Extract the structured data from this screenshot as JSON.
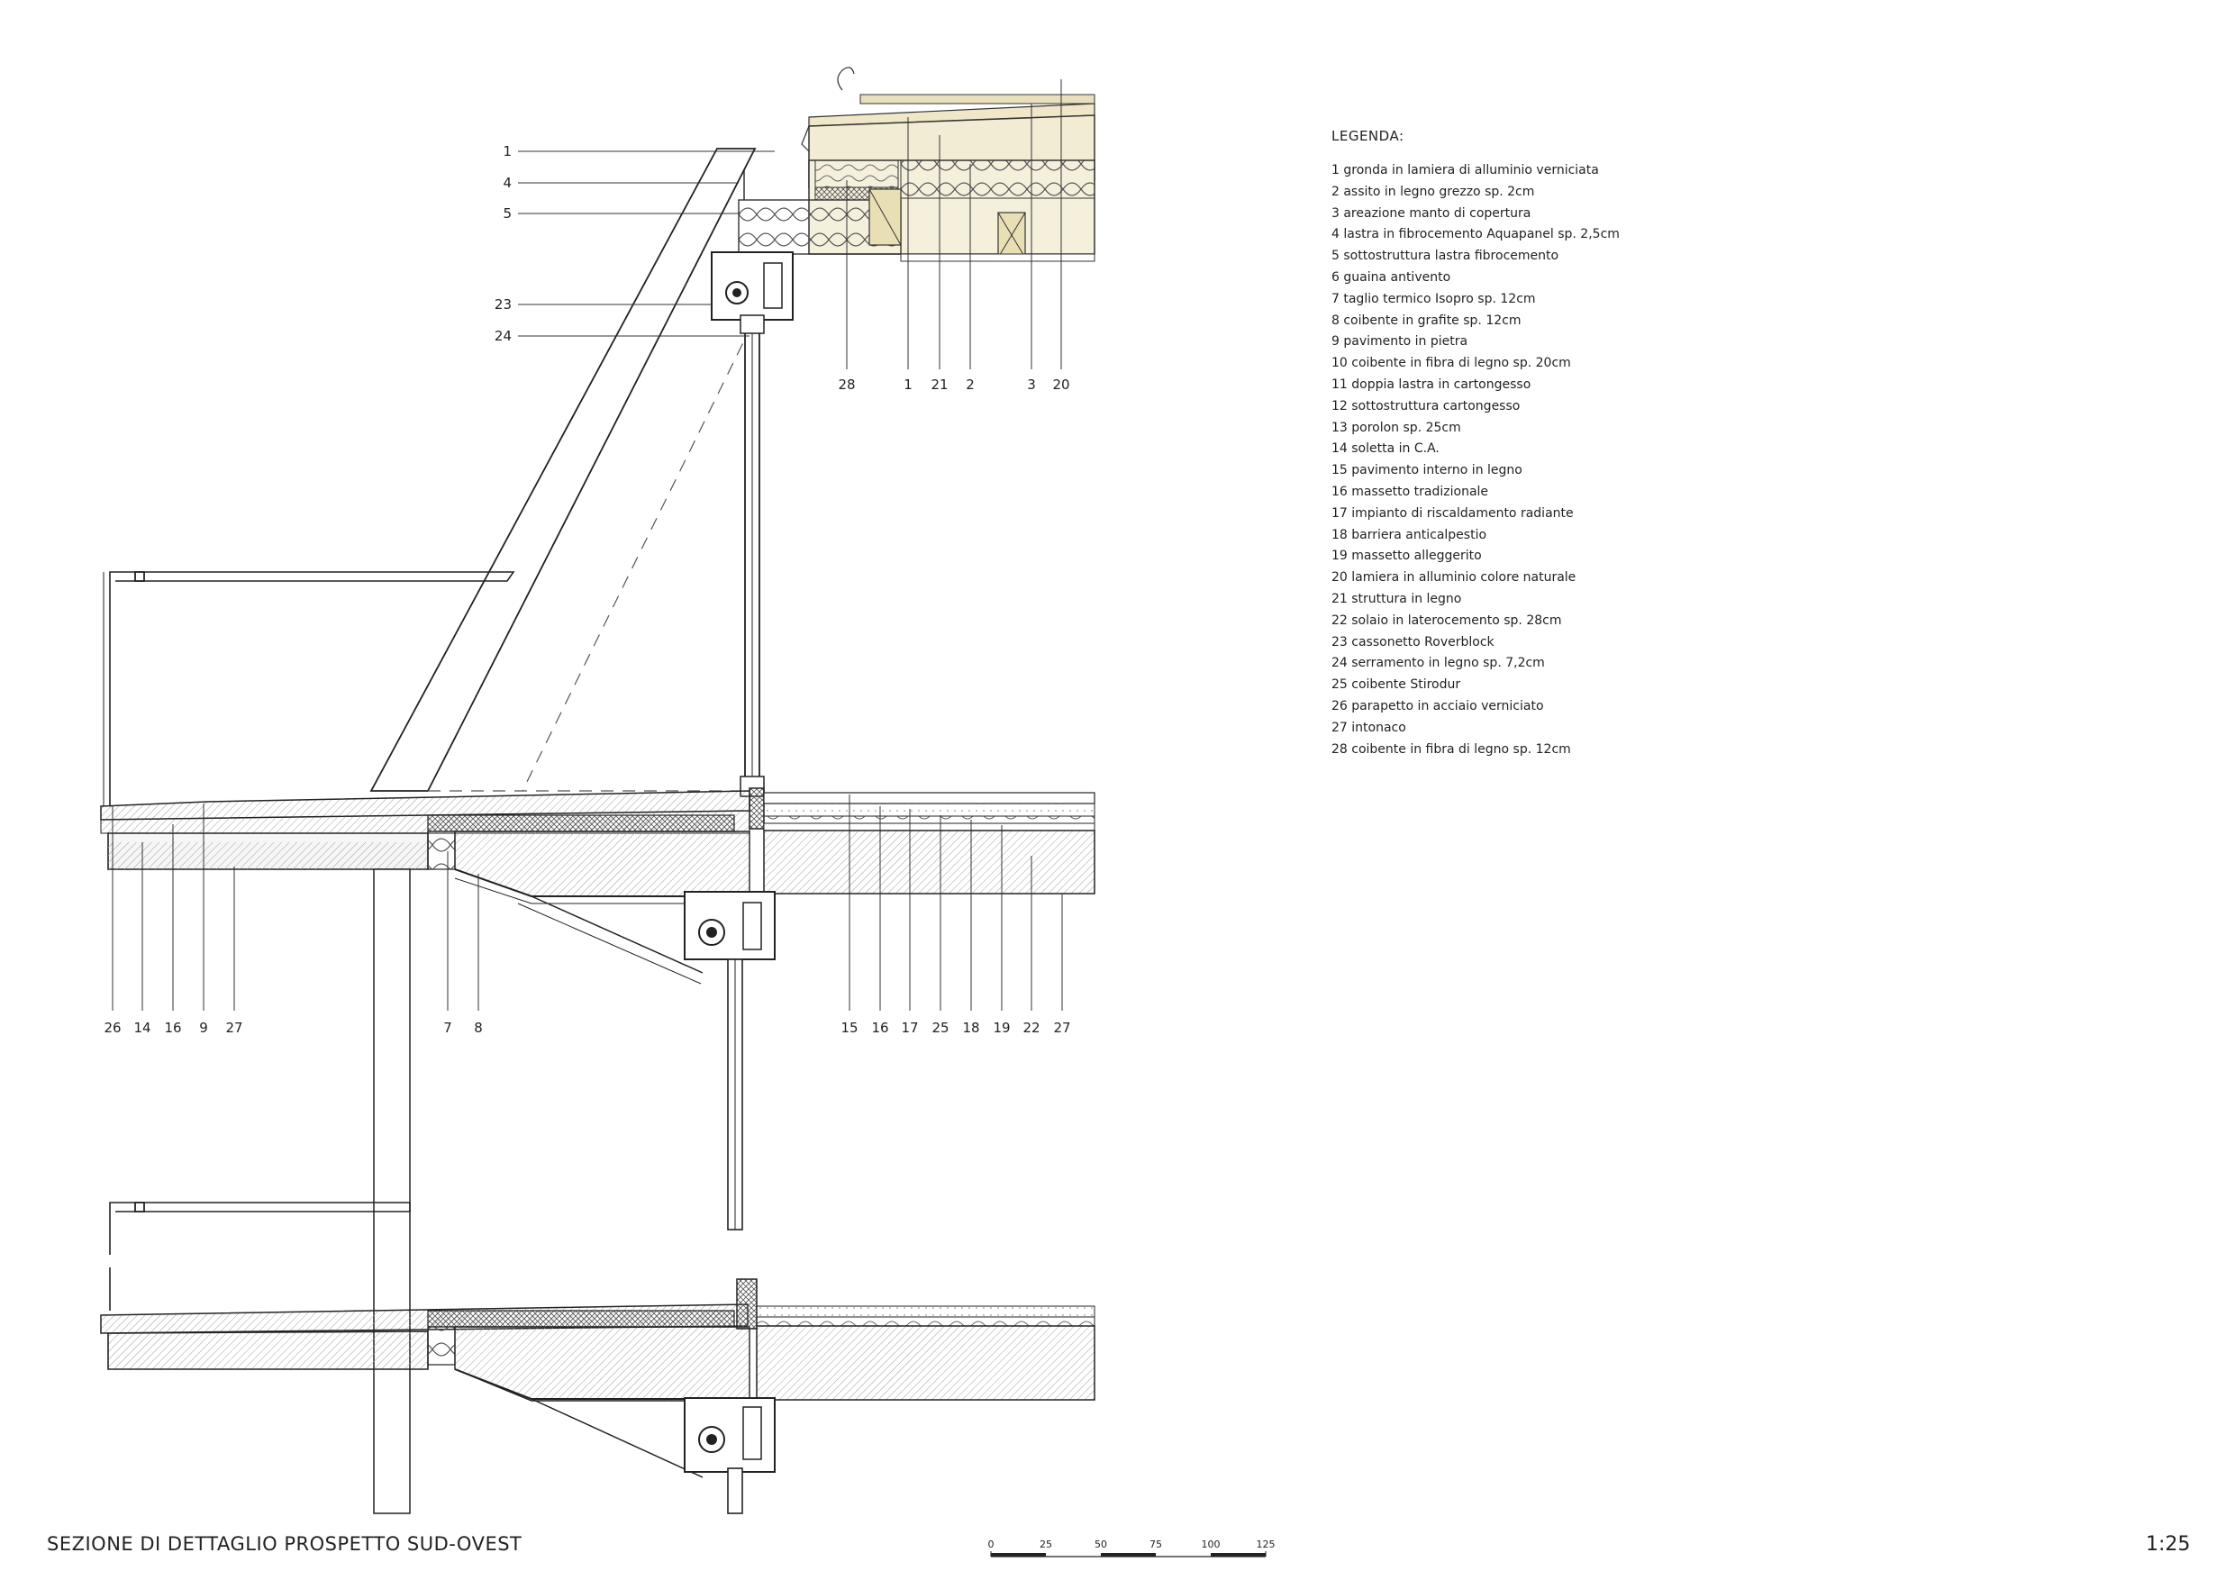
{
  "title": "SEZIONE DI DETTAGLIO PROSPETTO SUD-OVEST",
  "scale_ratio": "1:25",
  "legend": {
    "title": "LEGENDA:",
    "items": [
      "1 gronda in lamiera di alluminio verniciata",
      "2 assito in legno grezzo sp. 2cm",
      "3 areazione manto di copertura",
      "4 lastra in fibrocemento Aquapanel sp. 2,5cm",
      "5 sottostruttura lastra fibrocemento",
      "6 guaina antivento",
      "7 taglio termico Isopro sp. 12cm",
      "8 coibente in grafite sp. 12cm",
      "9 pavimento in pietra",
      "10 coibente in fibra di legno sp. 20cm",
      "11 doppia lastra in cartongesso",
      "12 sottostruttura cartongesso",
      "13 porolon sp. 25cm",
      "14 soletta in C.A.",
      "15 pavimento interno in legno",
      "16 massetto tradizionale",
      "17 impianto di riscaldamento radiante",
      "18 barriera anticalpestio",
      "19 massetto alleggerito",
      "20 lamiera in alluminio colore naturale",
      "21 struttura in legno",
      "22 solaio in laterocemento sp. 28cm",
      "23 cassonetto Roverblock",
      "24 serramento in legno sp. 7,2cm",
      "25 coibente Stirodur",
      "26 parapetto in acciaio verniciato",
      "27 intonaco",
      "28 coibente in fibra di legno sp. 12cm"
    ]
  },
  "scale_bar": {
    "ticks": [
      "0",
      "25",
      "50",
      "75",
      "100",
      "125"
    ]
  },
  "callouts": {
    "left_top": [
      "1",
      "4",
      "5",
      "23",
      "24"
    ],
    "roof_bottom": [
      "28",
      "1",
      "21",
      "2",
      "3",
      "20"
    ],
    "floor_left": [
      "26",
      "14",
      "16",
      "9",
      "27"
    ],
    "floor_mid": [
      "7",
      "8"
    ],
    "floor_right": [
      "15",
      "16",
      "17",
      "25",
      "18",
      "19",
      "22",
      "27"
    ]
  },
  "colors": {
    "line": "#222222",
    "wood": "#efe7c8",
    "wood_dark": "#a99a5c",
    "hatch": "#9a9a9a"
  }
}
